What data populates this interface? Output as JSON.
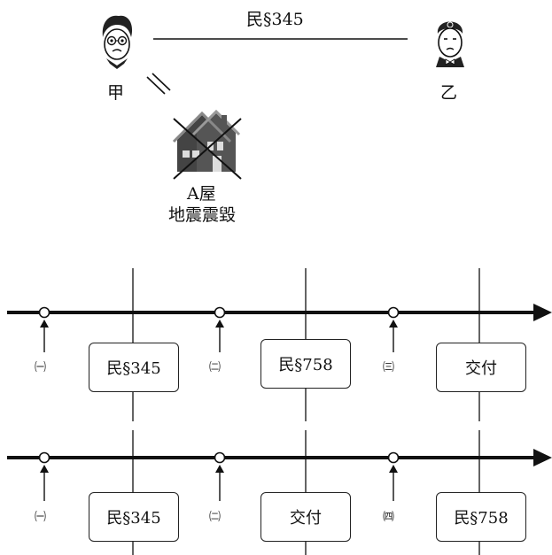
{
  "top": {
    "relation_label": "民§345",
    "person_a": "甲",
    "person_b": "乙",
    "house_label_1": "A屋",
    "house_label_2": "地震震毀"
  },
  "timeline_1": {
    "markers": [
      "㈠",
      "㈡",
      "㈢"
    ],
    "boxes": [
      "民§345",
      "民§758",
      "交付"
    ]
  },
  "timeline_2": {
    "markers": [
      "㈠",
      "㈡",
      "㈣"
    ],
    "boxes": [
      "民§345",
      "交付",
      "民§758"
    ]
  }
}
